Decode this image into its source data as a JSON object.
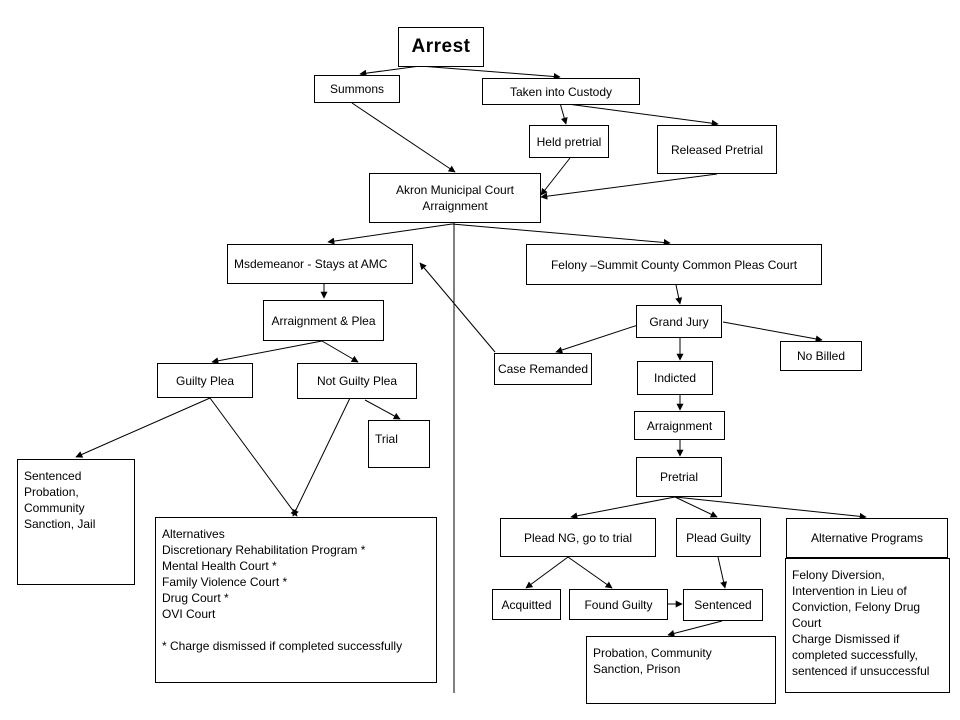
{
  "nodes": {
    "arrest": "Arrest",
    "summons": "Summons",
    "custody": "Taken into Custody",
    "held": "Held pretrial",
    "released": "Released Pretrial",
    "akron_line1": "Akron Municipal Court",
    "akron_line2": "Arraignment",
    "misdemeanor": "Msdemeanor  - Stays at  AMC",
    "felony": "Felony –Summit County Common Pleas Court",
    "arraign_plea": "Arraignment & Plea",
    "guilty_plea": "Guilty Plea",
    "not_guilty_plea": "Not Guilty Plea",
    "trial": "Trial",
    "sentenced_misd": [
      "Sentenced",
      "Probation,",
      "Community",
      "Sanction, Jail"
    ],
    "alternatives": [
      "Alternatives",
      "Discretionary Rehabilitation Program *",
      "Mental Health Court  *",
      "Family Violence Court *",
      "Drug Court *",
      "OVI Court",
      "",
      "* Charge dismissed if completed successfully"
    ],
    "case_remanded": "Case Remanded",
    "grand_jury": "Grand Jury",
    "no_billed": "No Billed",
    "indicted": "Indicted",
    "arraignment": "Arraignment",
    "pretrial": "Pretrial",
    "plead_ng": "Plead NG, go to trial",
    "plead_guilty": "Plead Guilty",
    "alt_programs": "Alternative Programs",
    "acquitted": "Acquitted",
    "found_guilty": "Found Guilty",
    "sentenced_fel": "Sentenced",
    "probation_fel": [
      "Probation, Community",
      "Sanction, Prison"
    ],
    "felony_diversion": [
      "Felony Diversion,",
      "Intervention in Lieu of",
      "Conviction, Felony Drug Court",
      "Charge Dismissed if",
      "completed successfully,",
      "sentenced if unsuccessful"
    ]
  }
}
